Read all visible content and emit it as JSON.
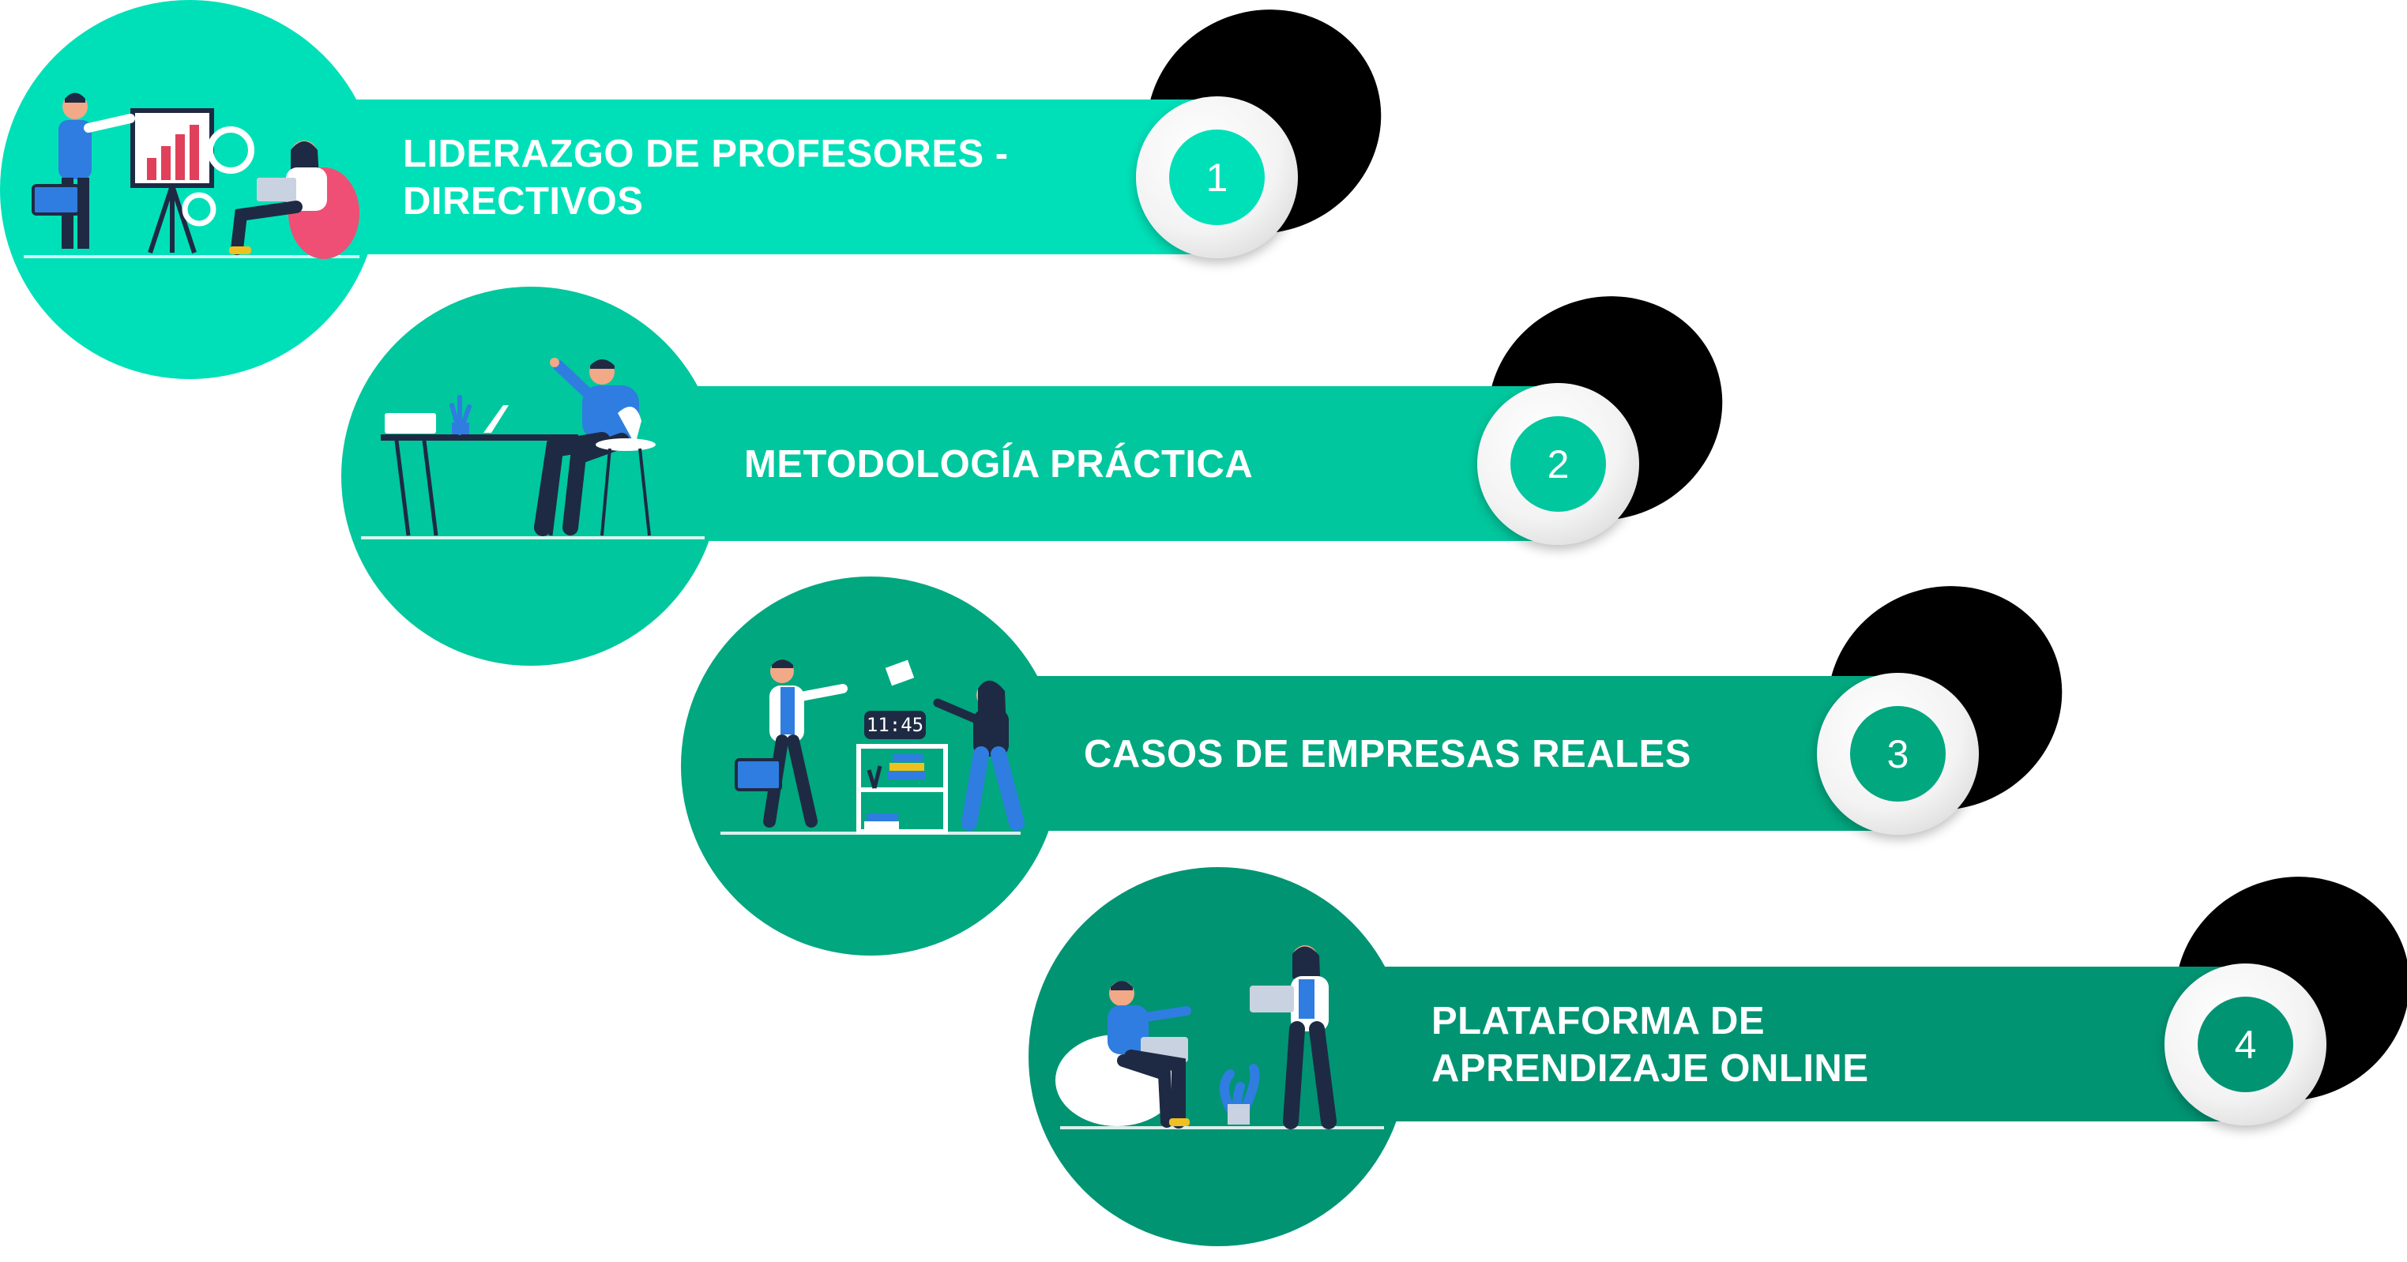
{
  "steps": [
    {
      "number": "1",
      "label": "LIDERAZGO DE PROFESORES -\n DIRECTIVOS",
      "bar_color": "#00e0b8",
      "disk_color": "#00e0b8",
      "number_color": "#00e0b8",
      "illustration": "presentation-chart-icon"
    },
    {
      "number": "2",
      "label": "METODOLOGÍA PRÁCTICA",
      "bar_color": "#00c79d",
      "disk_color": "#00c79d",
      "number_color": "#00c79d",
      "illustration": "desk-worker-icon"
    },
    {
      "number": "3",
      "label": "CASOS DE EMPRESAS REALES",
      "bar_color": "#00a77f",
      "disk_color": "#00a77f",
      "number_color": "#00a77f",
      "illustration": "office-team-clock-icon"
    },
    {
      "number": "4",
      "label": "PLATAFORMA DE\nAPRENDIZAJE ONLINE",
      "bar_color": "#009473",
      "disk_color": "#009473",
      "number_color": "#009473",
      "illustration": "online-learning-icon"
    }
  ]
}
